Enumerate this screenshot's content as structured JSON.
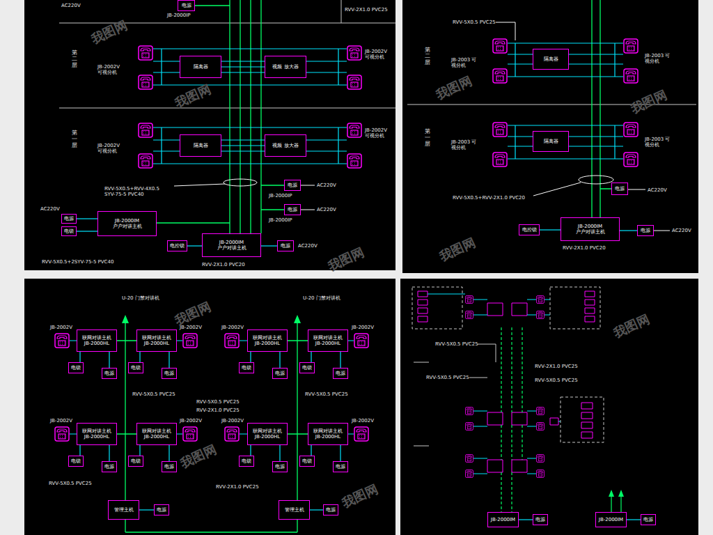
{
  "diagram": {
    "nodes": [
      {
        "text": [
          "电源"
        ]
      },
      {
        "text": [
          "隔离器"
        ]
      },
      {
        "text": [
          "视频 放大器"
        ]
      },
      {
        "text": [
          "隔离器"
        ]
      },
      {
        "text": [
          "视频 放大器"
        ]
      },
      {
        "text": [
          "电源"
        ]
      },
      {
        "text": [
          "电源"
        ]
      },
      {
        "text": [
          "JB-2000IM",
          "户户对讲主机"
        ]
      },
      {
        "text": [
          "电源"
        ]
      },
      {
        "text": [
          "电锁"
        ]
      },
      {
        "text": [
          "JB-2000IM",
          "户户对讲主机"
        ]
      },
      {
        "text": [
          "电控锁"
        ]
      },
      {
        "text": [
          "电源"
        ]
      },
      {
        "text": [
          "隔离器"
        ]
      },
      {
        "text": [
          "隔离器"
        ]
      },
      {
        "text": [
          "电源"
        ]
      },
      {
        "text": [
          "JB-2000IM",
          "户户对讲主机"
        ]
      },
      {
        "text": [
          "电控锁"
        ]
      },
      {
        "text": [
          "电源"
        ]
      },
      {
        "text": [
          "联网对讲主机",
          "JB-2000HL"
        ]
      },
      {
        "text": [
          "电锁"
        ]
      },
      {
        "text": [
          "电源"
        ]
      },
      {
        "text": [
          "联网对讲主机",
          "JB-2000HL"
        ]
      },
      {
        "text": [
          "电锁"
        ]
      },
      {
        "text": [
          "电源"
        ]
      },
      {
        "text": [
          "联网对讲主机",
          "JB-2000HL"
        ]
      },
      {
        "text": [
          "电锁"
        ]
      },
      {
        "text": [
          "电源"
        ]
      },
      {
        "text": [
          "联网对讲主机",
          "JB-2000HL"
        ]
      },
      {
        "text": [
          "电锁"
        ]
      },
      {
        "text": [
          "电源"
        ]
      },
      {
        "text": [
          "联网对讲主机",
          "JB-2000HL"
        ]
      },
      {
        "text": [
          "电锁"
        ]
      },
      {
        "text": [
          "电源"
        ]
      },
      {
        "text": [
          "联网对讲主机",
          "JB-2000HL"
        ]
      },
      {
        "text": [
          "电锁"
        ]
      },
      {
        "text": [
          "电源"
        ]
      },
      {
        "text": [
          "联网对讲主机",
          "JB-2000HL"
        ]
      },
      {
        "text": [
          "电锁"
        ]
      },
      {
        "text": [
          "电源"
        ]
      },
      {
        "text": [
          "联网对讲主机",
          "JB-2000HL"
        ]
      },
      {
        "text": [
          "电锁"
        ]
      },
      {
        "text": [
          "电源"
        ]
      },
      {
        "text": [
          "管理主机"
        ]
      },
      {
        "text": [
          "电源"
        ]
      },
      {
        "text": [
          "管理主机"
        ]
      },
      {
        "text": [
          "电源"
        ]
      },
      {
        "text": [
          "JB-2000IM"
        ]
      },
      {
        "text": [
          "电源"
        ]
      },
      {
        "text": [
          "JB-2000IM"
        ]
      },
      {
        "text": [
          "电源"
        ]
      }
    ],
    "edges": [
      {
        "from": 1,
        "to": 2,
        "arrow": "none"
      },
      {
        "from": 3,
        "to": 4,
        "arrow": "none"
      },
      {
        "from": 8,
        "to": 7,
        "arrow": "none"
      },
      {
        "from": 9,
        "to": 7,
        "arrow": "none"
      },
      {
        "from": 11,
        "to": 10,
        "arrow": "none"
      },
      {
        "from": 10,
        "to": 12,
        "arrow": "none"
      },
      {
        "from": 17,
        "to": 16,
        "arrow": "none"
      },
      {
        "from": 16,
        "to": 18,
        "arrow": "none"
      },
      {
        "from": 19,
        "to": 20,
        "arrow": "none"
      },
      {
        "from": 19,
        "to": 21,
        "arrow": "none"
      },
      {
        "from": 22,
        "to": 23,
        "arrow": "none"
      },
      {
        "from": 22,
        "to": 24,
        "arrow": "none"
      },
      {
        "from": 25,
        "to": 26,
        "arrow": "none"
      },
      {
        "from": 25,
        "to": 27,
        "arrow": "none"
      },
      {
        "from": 28,
        "to": 29,
        "arrow": "none"
      },
      {
        "from": 28,
        "to": 30,
        "arrow": "none"
      },
      {
        "from": 31,
        "to": 32,
        "arrow": "none"
      },
      {
        "from": 31,
        "to": 33,
        "arrow": "none"
      },
      {
        "from": 34,
        "to": 35,
        "arrow": "none"
      },
      {
        "from": 34,
        "to": 36,
        "arrow": "none"
      },
      {
        "from": 37,
        "to": 38,
        "arrow": "none"
      },
      {
        "from": 37,
        "to": 39,
        "arrow": "none"
      },
      {
        "from": 40,
        "to": 41,
        "arrow": "none"
      },
      {
        "from": 40,
        "to": 42,
        "arrow": "none"
      },
      {
        "from": 43,
        "to": 44,
        "arrow": "none"
      },
      {
        "from": 45,
        "to": 46,
        "arrow": "none"
      },
      {
        "from": 47,
        "to": 48,
        "arrow": "none"
      },
      {
        "from": 49,
        "to": 50,
        "arrow": "none"
      }
    ],
    "labels": [
      "AC220V",
      "JB-2000IP",
      "RVV-2X1.0 PVC25",
      "第二层",
      "JB-2002V 可视分机",
      "JB-2002V 可视分机",
      "第一层",
      "JB-2002V 可视分机",
      "JB-2002V 可视分机",
      "RVV-5X0.5+RVV-4X0.5 SYV-75-5 PVC40",
      "AC220V",
      "JB-2000IP",
      "AC220V",
      "JB-2000IP",
      "AC220V",
      "RVV-5X0.5+2SYV-75-5 PVC40",
      "AC220V",
      "RVV-2X1.0 PVC20",
      "RVV-5X0.5 PVC25",
      "第二层",
      "JB-2003 可视分机",
      "JB-2003 可视分机",
      "第一层",
      "JB-2003 可视分机",
      "JB-2003 可视分机",
      "AC220V",
      "RVV-5X0.5+RVV-2X1.0 PVC20",
      "AC220V",
      "RVV-2X1.0 PVC20",
      "U-20 门禁对讲机",
      "U-20 门禁对讲机",
      "JB-2002V",
      "JB-2002V",
      "JB-2002V",
      "JB-2002V",
      "JB-2002V",
      "JB-2002V",
      "JB-2002V",
      "JB-2002V",
      "RVV-5X0.5 PVC25",
      "RVV-5X0.5 PVC25",
      "RVV-5X0.5 PVC25",
      "RVV-2X1.0 PVC25",
      "RVV-5X0.5 PVC25",
      "RVV-2X1.0 PVC25",
      "RVV-5X0.5 PVC25",
      "RVV-5X0.5 PVC25",
      "RVV-2X1.0 PVC25",
      "RVV-5X0.5 PVC25",
      "我图网",
      "我图网",
      "我图网",
      "我图网",
      "我图网",
      "我图网",
      "我图网",
      "我图网",
      "我图网",
      "我图网"
    ]
  }
}
